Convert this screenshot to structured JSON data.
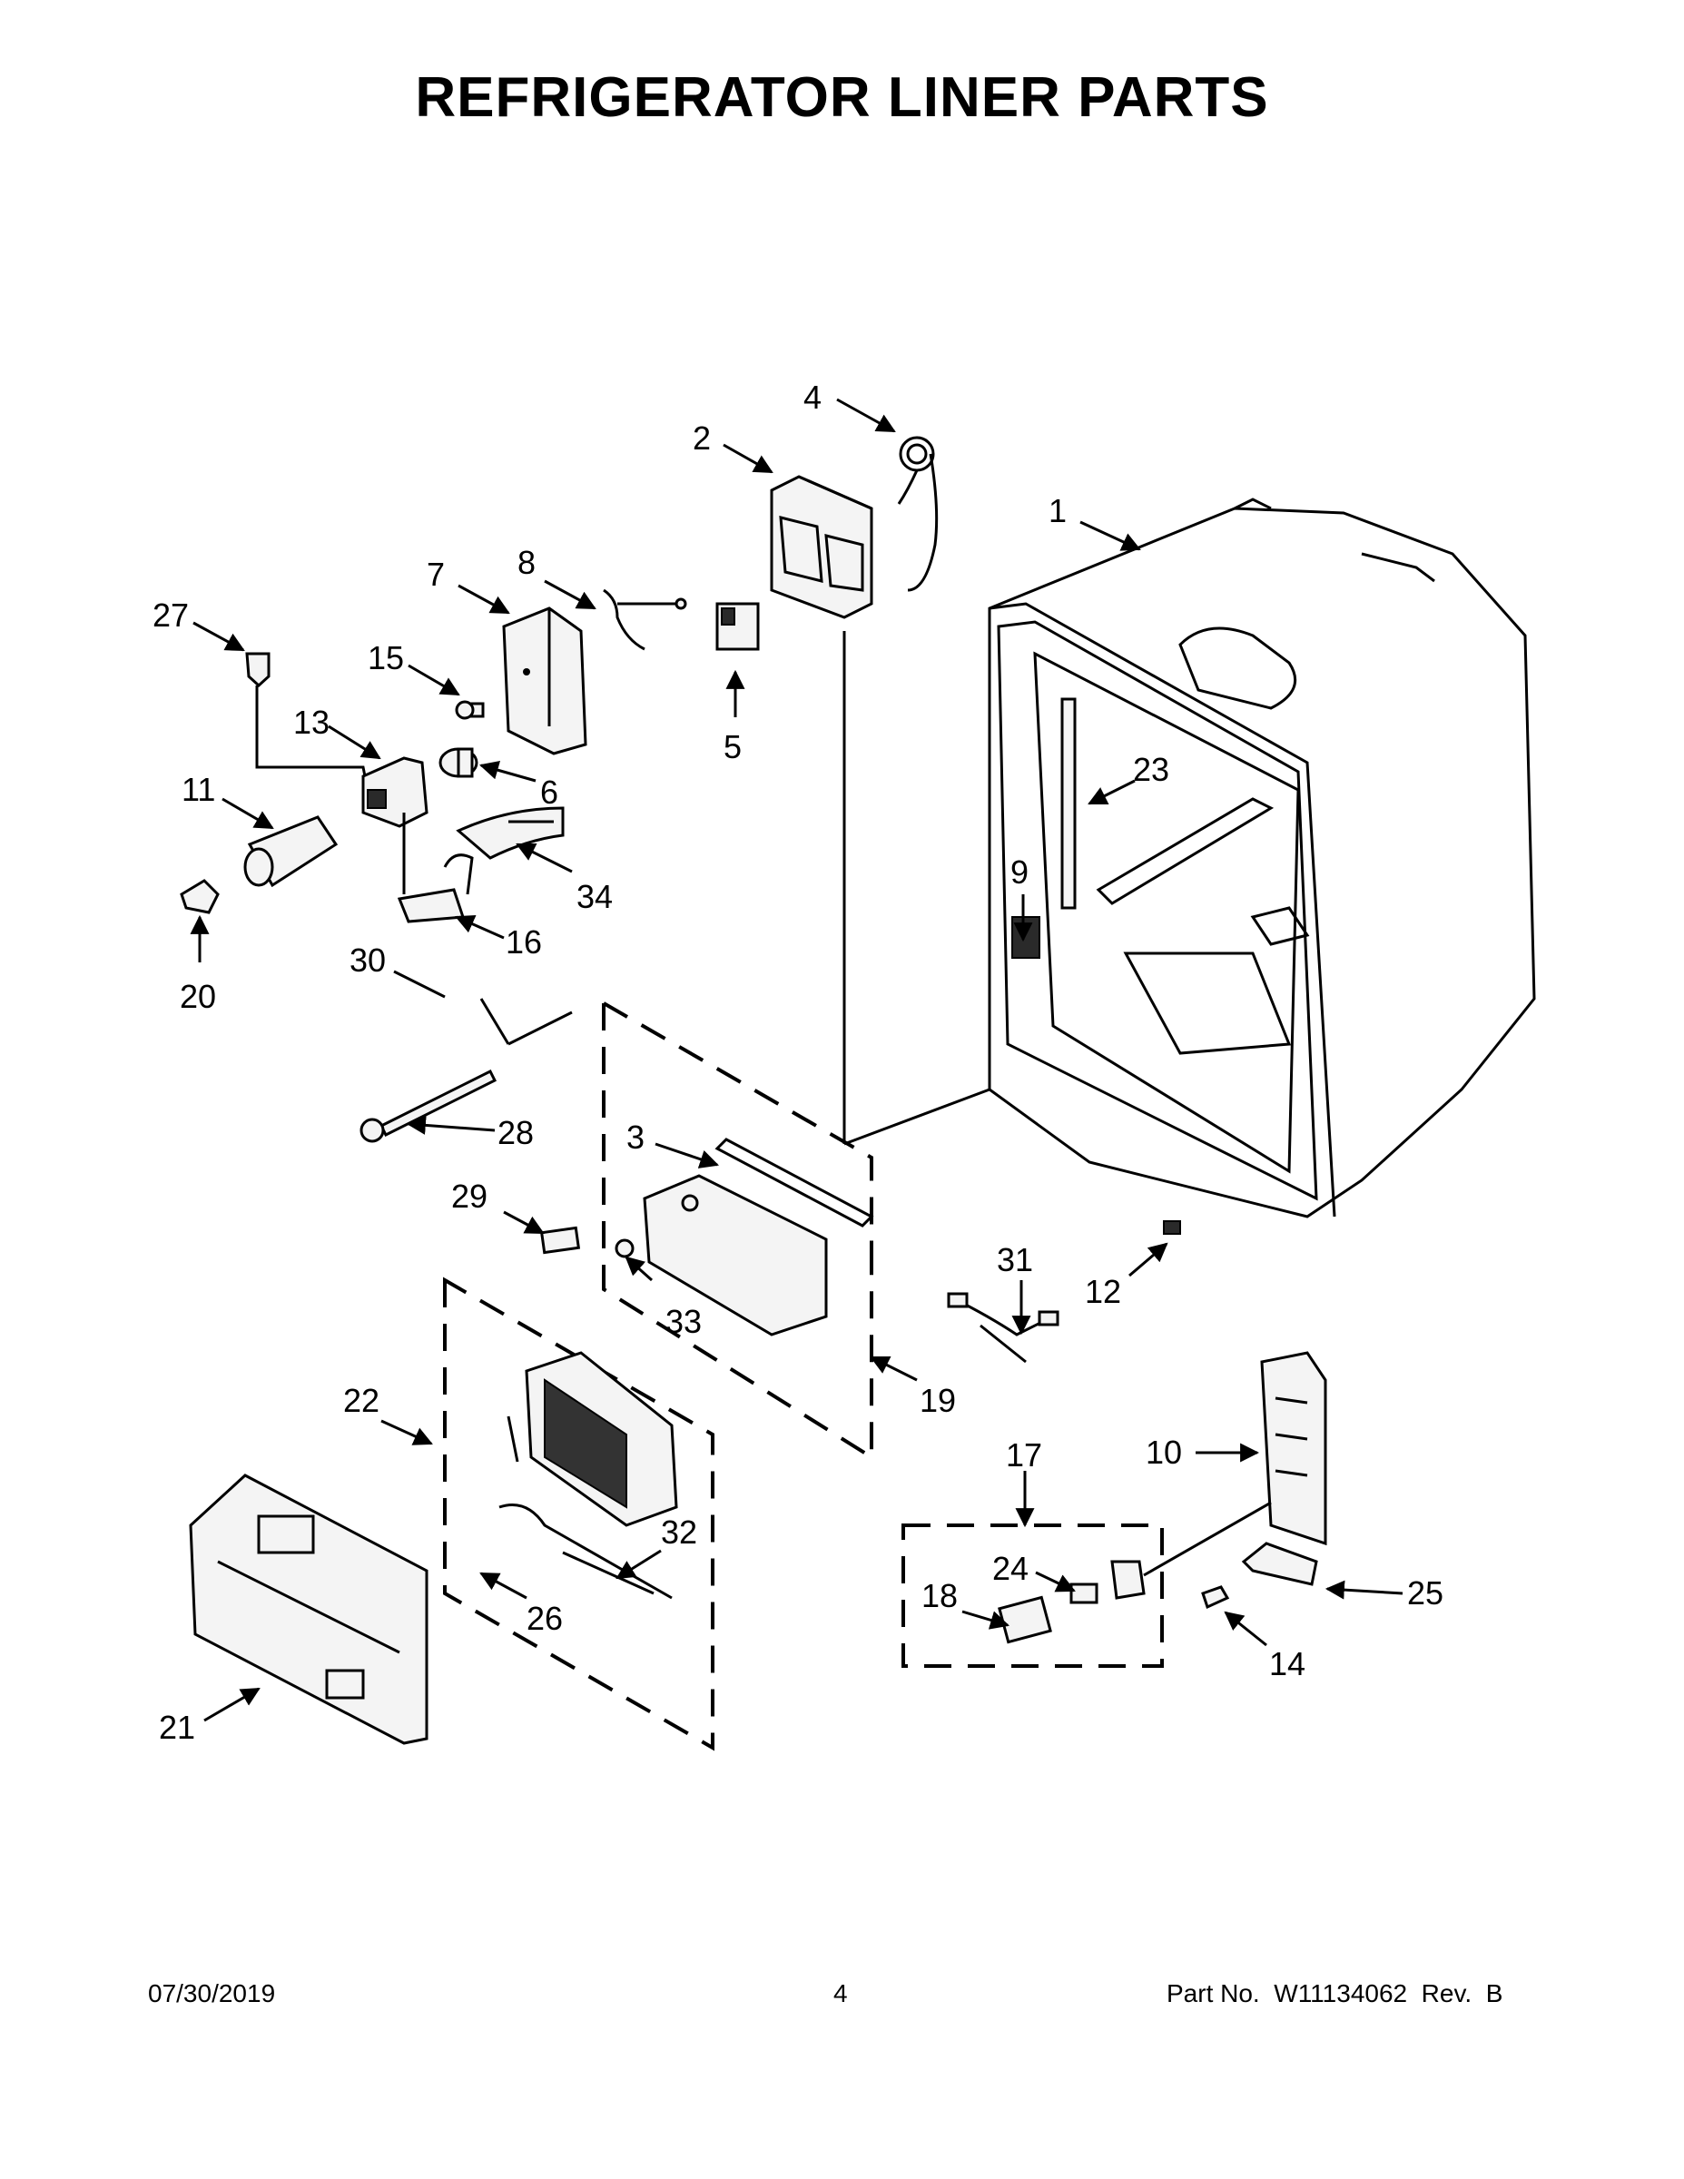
{
  "title": "REFRIGERATOR LINER PARTS",
  "footer": {
    "date": "07/30/2019",
    "page": "4",
    "part_number": "Part No.  W11134062  Rev.  B"
  },
  "callouts": [
    "1",
    "2",
    "3",
    "4",
    "5",
    "6",
    "7",
    "8",
    "9",
    "10",
    "11",
    "12",
    "13",
    "14",
    "15",
    "16",
    "17",
    "18",
    "19",
    "20",
    "21",
    "22",
    "23",
    "24",
    "25",
    "26",
    "27",
    "28",
    "29",
    "30",
    "31",
    "32",
    "33",
    "34"
  ]
}
